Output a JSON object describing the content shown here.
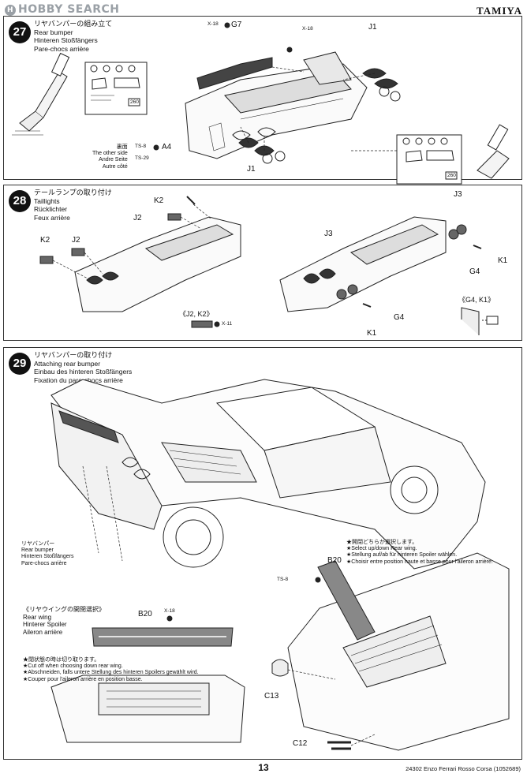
{
  "header": {
    "watermark": "HOBBY SEARCH",
    "brand": "TAMIYA"
  },
  "steps": [
    {
      "number": "27",
      "title_jp": "リヤバンパーの組み立て",
      "title_en": "Rear bumper",
      "title_de": "Hinteren Stoßfängers",
      "title_fr": "Pare-chocs arrière",
      "labels": {
        "g7": "G7",
        "x18_a": "X-18",
        "x18_b": "X-18",
        "j1_top": "J1",
        "j1_bottom": "J1",
        "a4": "A4",
        "ts8": "TS-8",
        "ts29": "TS-29",
        "other_side_jp": "裏面",
        "other_side_en": "The other side",
        "other_side_de": "Andre Seite",
        "other_side_fr": "Autre côté",
        "decal_num": "260"
      }
    },
    {
      "number": "28",
      "title_jp": "テールランプの取り付け",
      "title_en": "Taillights",
      "title_de": "Rücklichter",
      "title_fr": "Feux arrière",
      "labels": {
        "k2_a": "K2",
        "j2_a": "J2",
        "k2_b": "K2",
        "j2_b": "J2",
        "j3_a": "J3",
        "j3_b": "J3",
        "k1_a": "K1",
        "k1_b": "K1",
        "g4_a": "G4",
        "g4_b": "G4",
        "detail_j2k2": "《J2, K2》",
        "detail_x11": "X-11",
        "detail_g4k1": "《G4, K1》"
      }
    },
    {
      "number": "29",
      "title_jp": "リヤバンパーの取り付け",
      "title_en": "Attaching rear bumper",
      "title_de": "Einbau des hinteren Stoßfängers",
      "title_fr": "Fixation du pare-chocs arrière",
      "labels": {
        "bumper_jp": "リヤバンパー",
        "bumper_en": "Rear bumper",
        "bumper_de": "Hinteren Stoßfängers",
        "bumper_fr": "Pare-chocs arrière",
        "wing_jp": "《リヤウイングの開閉選択》",
        "wing_en": "Rear wing",
        "wing_de": "Hinterer Spoiler",
        "wing_fr": "Aileron arrière",
        "b20_a": "B20",
        "b20_b": "B20",
        "x18": "X-18",
        "ts8": "TS-8",
        "c13": "C13",
        "c12": "C12",
        "closed_jp": "★閉状態の時は切り取ります。",
        "closed_en": "★Cut off when choosing down rear wing.",
        "closed_de": "★Abschneiden, falls untere Stellung des hinteren Spoilers gewählt wird.",
        "closed_fr": "★Couper pour l'aileron arrière en position basse.",
        "select_jp": "★開閉どちらか選択します。",
        "select_en": "★Select up/down Rear wing.",
        "select_de": "★Stellung auf/ab für hinteren Spoiler wählen.",
        "select_fr": "★Choisir entre position haute et basse pour l'aileron arrière."
      }
    }
  ],
  "footer": {
    "page_number": "13",
    "reference": "24302  Enzo Ferrari Rosso Corsa (1052689)"
  }
}
